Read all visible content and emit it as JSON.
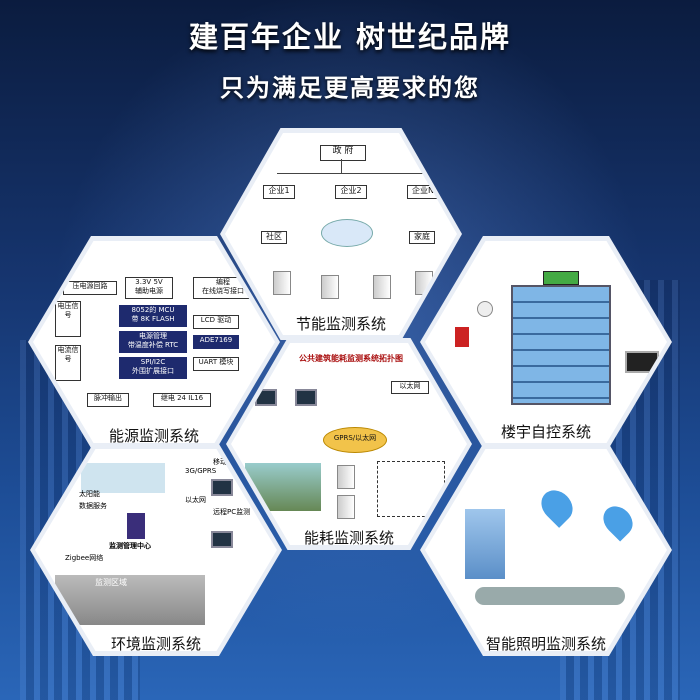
{
  "header": {
    "line1": "建百年企业 树世纪品牌",
    "line2": "只为满足更高要求的您"
  },
  "systems": {
    "energy_saving": {
      "caption": "节能监测系统",
      "gov": "政 府",
      "ent1": "企业1",
      "ent2": "企业2",
      "entN": "企业N",
      "community": "社区",
      "home": "家庭"
    },
    "energy": {
      "caption": "能源监测系统",
      "power": "压电源回路",
      "v": "3.3V 5V",
      "aux": "辅助电源",
      "prog": "编程",
      "online": "在线烧写接口",
      "mcu": "8052的 MCU",
      "flash": "带 8K FLASH",
      "pm": "电源管理",
      "rtc": "带温度补偿 RTC",
      "lcd": "LCD 驱动",
      "ade": "ADE7169",
      "spi": "SPI/I2C",
      "ext": "外围扩展接口",
      "uart": "UART 模块",
      "pulse": "脉冲输出",
      "relay": "继电 24 IL16",
      "vsig": "电压信号",
      "isig": "电流信号"
    },
    "building": {
      "caption": "楼宇自控系统"
    },
    "consumption": {
      "caption": "能耗监测系统",
      "title": "公共建筑能耗监测系统拓扑图",
      "gprs": "GPRS/以太网",
      "eth": "以太网"
    },
    "environment": {
      "caption": "环境监测系统",
      "g3": "3G/GPRS",
      "mobile": "移动手机",
      "eth": "以太网",
      "remote": "远程PC监测",
      "center": "监测管理中心",
      "solar": "太阳能",
      "data": "数据服务",
      "zigbee": "Zigbee网络",
      "area": "监测区域"
    },
    "lighting": {
      "caption": "智能照明监测系统"
    }
  },
  "colors": {
    "bg": "#16356f",
    "hex_border": "#e9eef6",
    "accent": "#1e2a6e"
  }
}
